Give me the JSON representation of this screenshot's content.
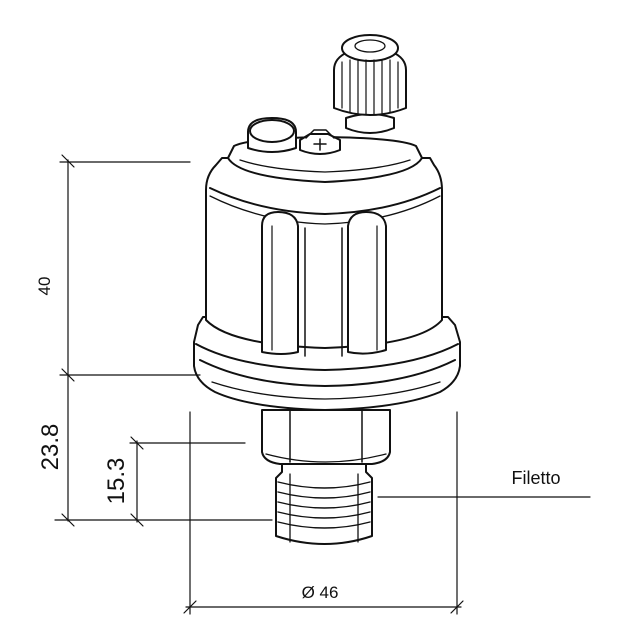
{
  "dimensions": {
    "height_top": "40",
    "height_bottom": "23.8",
    "thread_length": "15.3",
    "diameter": "Ø 46"
  },
  "callout": {
    "thread_label": "Filetto"
  },
  "colors": {
    "line": "#111111",
    "background": "#ffffff"
  }
}
